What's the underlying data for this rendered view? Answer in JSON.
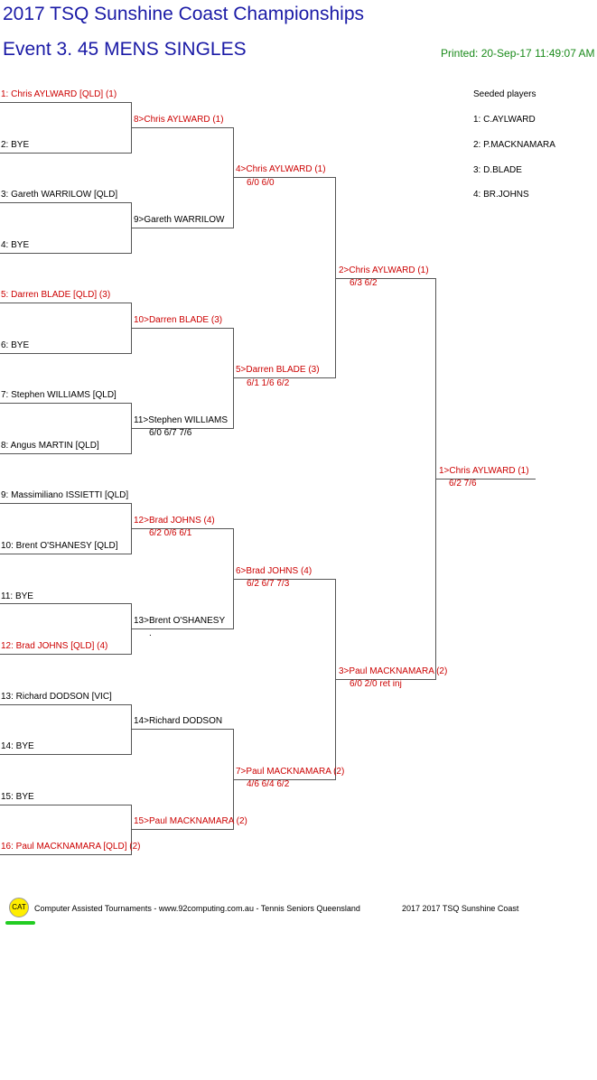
{
  "header": {
    "title": "2017 TSQ Sunshine Coast Championships",
    "event": "Event 3. 45 MENS SINGLES",
    "printed": "Printed: 20-Sep-17 11:49:07 AM"
  },
  "seeded": {
    "heading": "Seeded players",
    "players": [
      "1: C.AYLWARD",
      "2: P.MACKNAMARA",
      "3: D.BLADE",
      "4: BR.JOHNS"
    ]
  },
  "draw": {
    "r1": [
      "1: Chris AYLWARD [QLD] (1)",
      "2: BYE",
      "3: Gareth WARRILOW [QLD]",
      "4: BYE",
      "5: Darren BLADE [QLD] (3)",
      "6: BYE",
      "7: Stephen WILLIAMS [QLD]",
      "8: Angus MARTIN [QLD]",
      "9: Massimiliano ISSIETTI [QLD]",
      "10: Brent O'SHANESY [QLD]",
      "11: BYE",
      "12: Brad JOHNS [QLD] (4)",
      "13: Richard DODSON [VIC]",
      "14: BYE",
      "15: BYE",
      "16: Paul MACKNAMARA [QLD] (2)"
    ],
    "r2": [
      {
        "name": "8>Chris AYLWARD (1)",
        "score": ""
      },
      {
        "name": "9>Gareth WARRILOW",
        "score": ""
      },
      {
        "name": "10>Darren BLADE (3)",
        "score": ""
      },
      {
        "name": "11>Stephen WILLIAMS",
        "score": "6/0 6/7 7/6"
      },
      {
        "name": "12>Brad JOHNS (4)",
        "score": "6/2 0/6 6/1"
      },
      {
        "name": "13>Brent O'SHANESY",
        "score": "."
      },
      {
        "name": "14>Richard DODSON",
        "score": ""
      },
      {
        "name": "15>Paul MACKNAMARA (2)",
        "score": ""
      }
    ],
    "r3": [
      {
        "name": "4>Chris AYLWARD (1)",
        "score": "6/0 6/0"
      },
      {
        "name": "5>Darren BLADE (3)",
        "score": "6/1 1/6 6/2"
      },
      {
        "name": "6>Brad JOHNS (4)",
        "score": "6/2 6/7 7/3"
      },
      {
        "name": "7>Paul MACKNAMARA (2)",
        "score": "4/6 6/4 6/2"
      }
    ],
    "r4": [
      {
        "name": "2>Chris AYLWARD (1)",
        "score": "6/3 6/2"
      },
      {
        "name": "3>Paul MACKNAMARA (2)",
        "score": "6/0 2/0 ret inj"
      }
    ],
    "final": {
      "name": "1>Chris AYLWARD (1)",
      "score": "6/2 7/6"
    }
  },
  "footer": {
    "logo": "CAT",
    "credit": "Computer Assisted Tournaments - www.92computing.com.au -  Tennis Seniors Queensland",
    "tournament": "2017 2017 TSQ Sunshine Coast"
  },
  "colors": {
    "title": "#1a1aa6",
    "printed": "#1a8a1a",
    "seeded_red": "#cc0000",
    "lines": "#555555"
  }
}
